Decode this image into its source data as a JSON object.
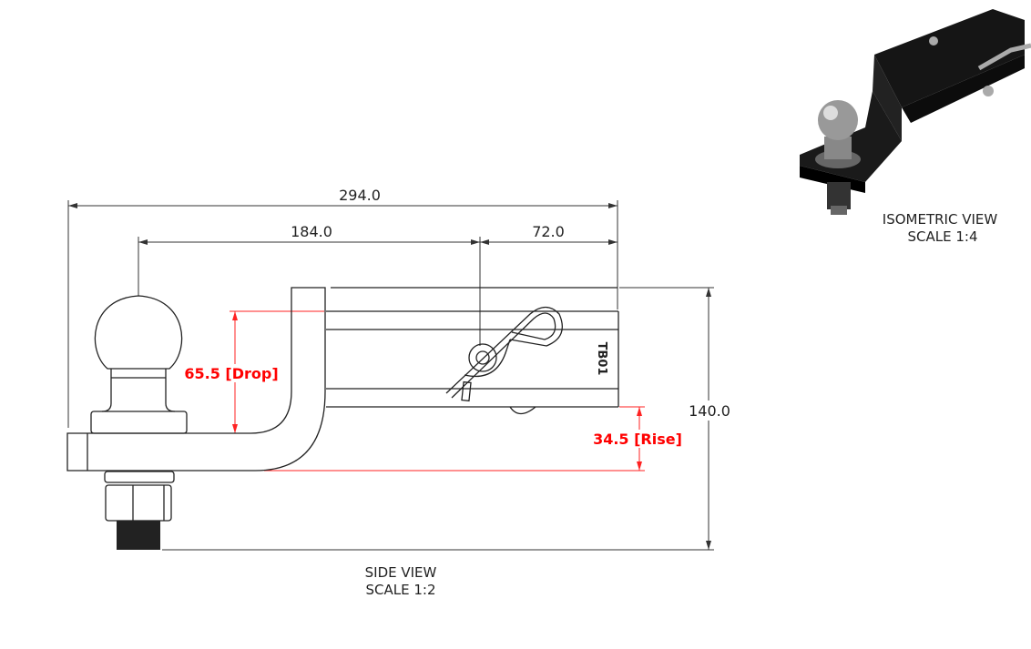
{
  "side_view": {
    "dimensions": {
      "overall_length": "294.0",
      "ball_to_pin": "184.0",
      "pin_to_end": "72.0",
      "overall_height": "140.0",
      "drop": "65.5 [Drop]",
      "rise": "34.5 [Rise]"
    },
    "part_mark": "TB01",
    "label": "SIDE VIEW",
    "scale": "SCALE 1:2"
  },
  "isometric_view": {
    "label": "ISOMETRIC VIEW",
    "scale": "SCALE 1:4"
  },
  "colors": {
    "line": "#222222",
    "dimension_accent": "#ff0000"
  }
}
